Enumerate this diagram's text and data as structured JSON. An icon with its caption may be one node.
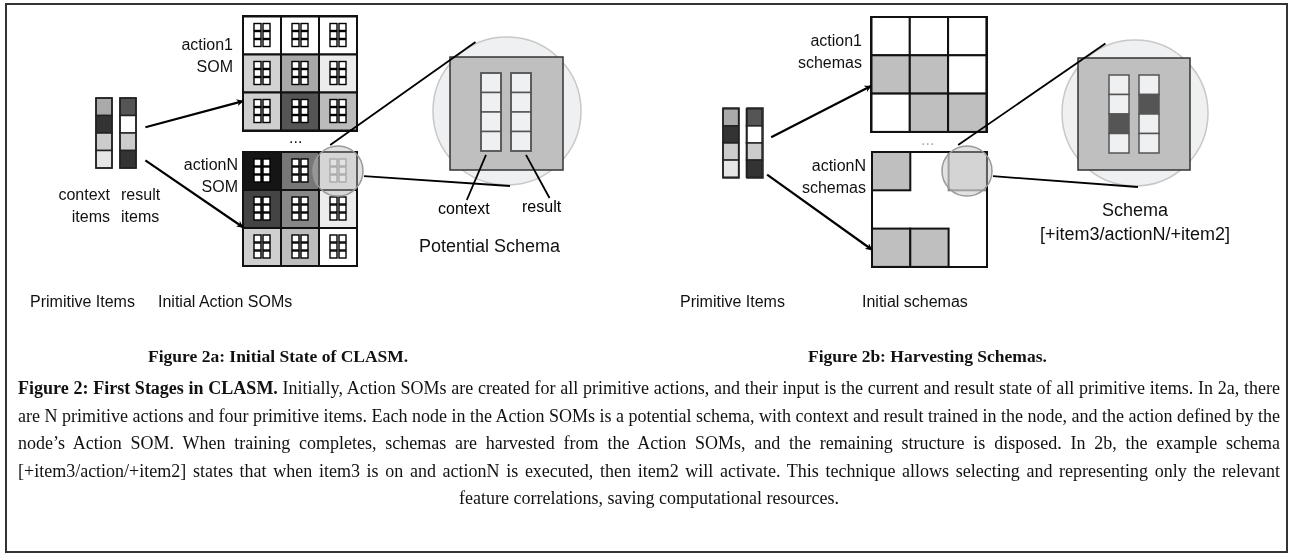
{
  "diagram": {
    "caption": "**Figure 2: First Stages in CLASM.** Initially, Action SOMs are created for all primitive actions, and their input is the current and result state of all primitive items. In 2a, there are N primitive actions and four primitive items. Each node in the Action SOMs is a potential schema, with context and result trained in the node, and the action defined by the node’s Action SOM. When training completes, schemas are harvested from the Action SOMs, and the remaining structure is disposed. In 2b, the example schema [+item3/action/+item2] states that when item3 is on and actionN is executed, then item2 will activate. This technique allows selecting and representing only the relevant feature correlations, saving computational resources.",
    "nodes": [
      {
        "text": [],
        "shape": "bar",
        "beside": [
          "context items",
          "result items"
        ]
      },
      {
        "text": [],
        "shape": "box",
        "beside": [
          "action1 SOM"
        ]
      },
      {
        "text": [],
        "shape": "box",
        "beside": [
          "actionN SOM"
        ]
      },
      {
        "text": [],
        "shape": "circle"
      },
      {
        "text": [
          "context"
        ]
      },
      {
        "text": [
          "result"
        ]
      },
      {
        "text": [],
        "shape": "bar",
        "in": 3
      },
      {
        "text": [],
        "shape": "bar",
        "in": 3
      },
      {
        "text": [],
        "shape": "circle"
      },
      {
        "text": [],
        "shape": "bar"
      },
      {
        "text": [],
        "shape": "box",
        "beside": [
          "action1 schemas"
        ]
      },
      {
        "text": [],
        "shape": "box",
        "beside": [
          "actionN schemas"
        ]
      },
      {
        "text": [],
        "shape": "circle"
      },
      {
        "text": [],
        "shape": "circle",
        "beside": [
          "Schema [+item3/actionN/+item2]"
        ]
      }
    ],
    "edges": [
      {
        "from": 0,
        "to": 1,
        "arrow": "to"
      },
      {
        "from": 0,
        "to": 2,
        "arrow": "to"
      },
      {
        "from": 8,
        "to": 3,
        "arrow": "none"
      },
      {
        "from": 8,
        "to": 3,
        "arrow": "none"
      },
      {
        "from": 4,
        "to": 6,
        "arrow": "none"
      },
      {
        "from": 5,
        "to": 7,
        "arrow": "none"
      },
      {
        "from": 9,
        "to": 10,
        "arrow": "to"
      },
      {
        "from": 9,
        "to": 11,
        "arrow": "to"
      },
      {
        "from": 12,
        "to": 13,
        "arrow": "none"
      },
      {
        "from": 12,
        "to": 13,
        "arrow": "none"
      }
    ],
    "labels": [
      "...",
      "...",
      "Potential Schema",
      "Primitive Items",
      "Initial Action SOMs",
      "Primitive Items",
      "Initial schemas",
      "Figure 2a: Initial State of CLASM.",
      "Figure 2b: Harvesting Schemas."
    ]
  }
}
